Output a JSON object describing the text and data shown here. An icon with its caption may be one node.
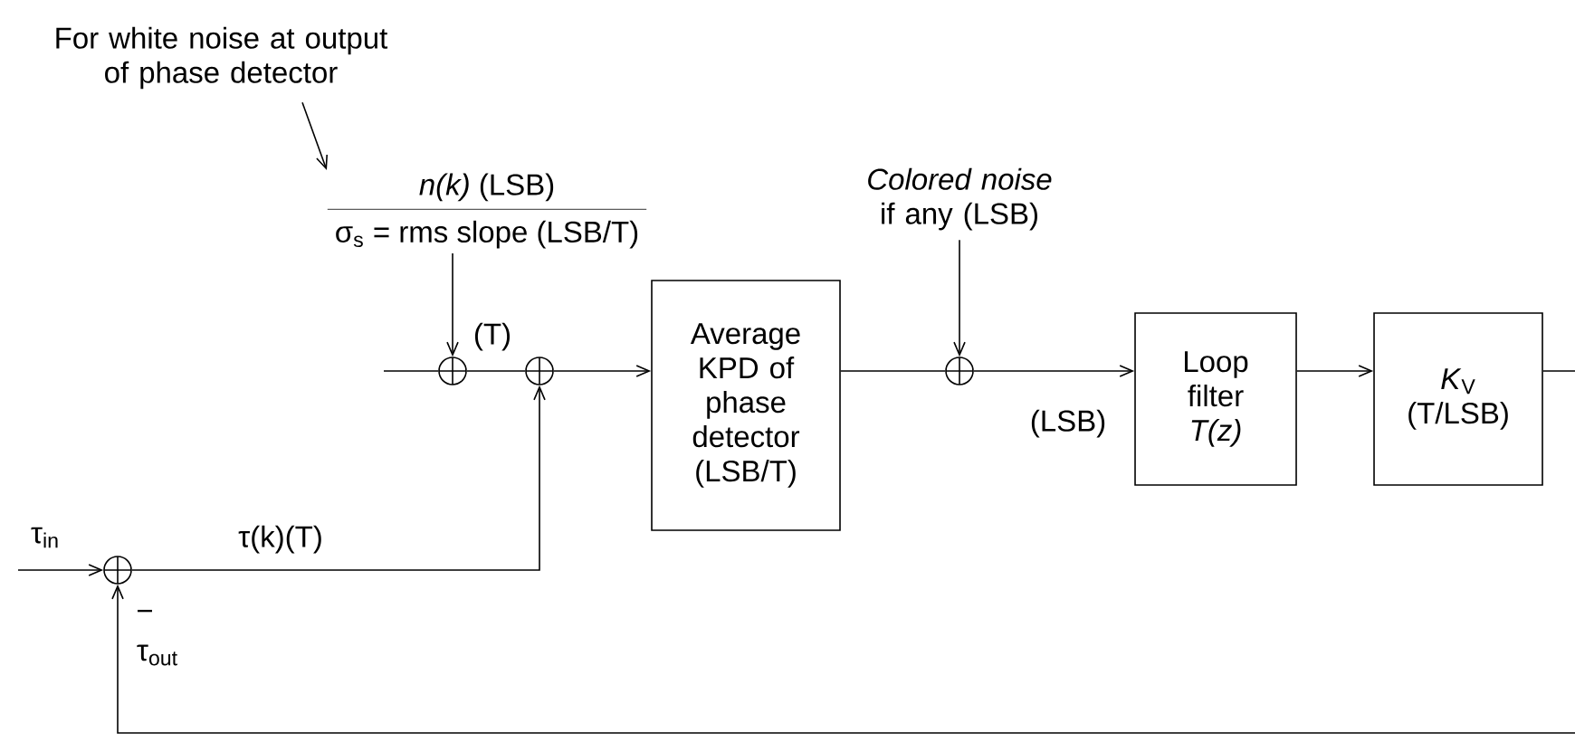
{
  "diagram": {
    "nodes": [
      {
        "text": [
          "For white noise at output of phase detector"
        ]
      },
      {
        "text": [
          "*n(k)* (LSB)",
          "σ$_{s}$ = rms slope (LSB/T)"
        ]
      },
      {
        "text": [],
        "shape": "circle"
      },
      {
        "text": [],
        "shape": "circle"
      },
      {
        "text": [
          "Average KPD of phase detector (LSB/T)"
        ]
      },
      {
        "text": [
          "*Colored noise* if any (LSB)"
        ]
      },
      {
        "text": [],
        "shape": "circle"
      },
      {
        "text": [
          "Loop filter *T(z)*"
        ]
      },
      {
        "text": [
          "*K*$_{V}$",
          "(T/LSB)"
        ]
      },
      {
        "text": [],
        "shape": "circle"
      }
    ],
    "edges": [
      {
        "from": 0,
        "to": 1,
        "arrow": "to"
      },
      {
        "from": 1,
        "to": 2,
        "arrow": "to"
      },
      {
        "from": null,
        "to": 2,
        "arrow": "none"
      },
      {
        "from": 2,
        "to": 3,
        "arrow": "none"
      },
      {
        "from": 3,
        "to": 4,
        "arrow": "to",
        "label": "(T)"
      },
      {
        "from": null,
        "to": 9,
        "arrow": "to"
      },
      {
        "from": 9,
        "to": 3,
        "arrow": "to",
        "label": "τ(k)(T)"
      },
      {
        "from": 4,
        "to": 6,
        "arrow": "none"
      },
      {
        "from": 5,
        "to": 6,
        "arrow": "to"
      },
      {
        "from": 6,
        "to": 7,
        "arrow": "to",
        "label": "(LSB)"
      },
      {
        "from": 7,
        "to": 8,
        "arrow": "to"
      },
      {
        "from": 8,
        "to": 9,
        "arrow": "to"
      }
    ],
    "labels": [
      "τ$_{in}$",
      "−",
      "τ$_{out}$"
    ]
  }
}
